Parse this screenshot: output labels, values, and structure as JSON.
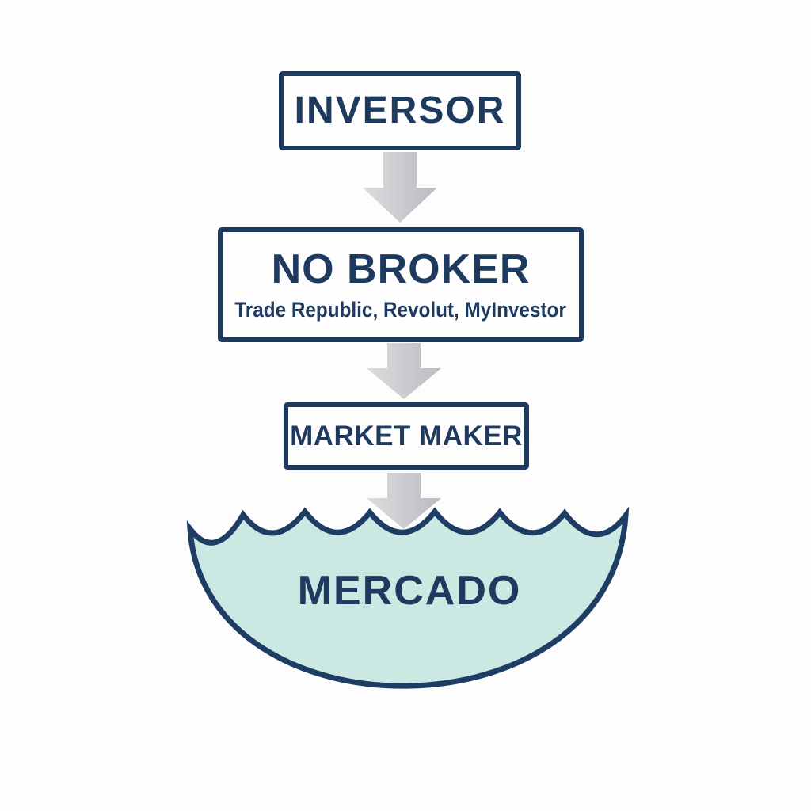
{
  "diagram": {
    "nodes": {
      "inversor": {
        "label": "INVERSOR"
      },
      "no_broker": {
        "label": "NO BROKER",
        "sublabel": "Trade Republic, Revolut, MyInvestor"
      },
      "market_maker": {
        "label": "MARKET MAKER"
      },
      "mercado": {
        "label": "MERCADO"
      }
    },
    "icons": {
      "arrow_1": "arrow-down-icon",
      "arrow_2": "arrow-down-icon",
      "arrow_3": "arrow-down-icon"
    },
    "colors": {
      "navy": "#1e3a5e",
      "water_fill": "#cbe8e3",
      "water_outline": "#1d3d64",
      "arrow_light": "#dcdddf",
      "arrow_dark": "#babbbf",
      "background": "#fdfdfd"
    }
  }
}
